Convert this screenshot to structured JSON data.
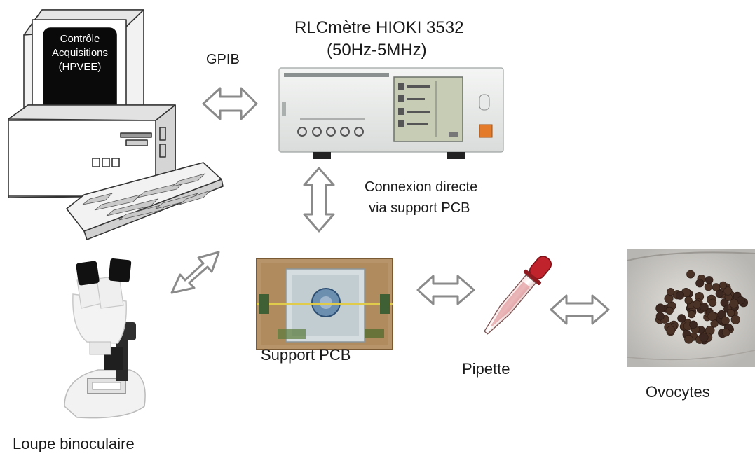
{
  "computer": {
    "screen_lines": [
      "Contrôle",
      "Acquisitions",
      "(HPVEE)"
    ]
  },
  "labels": {
    "meter_title_line1": "RLCmètre HIOKI 3532",
    "meter_title_line2": "(50Hz-5MHz)",
    "gpib": "GPIB",
    "connexion_line1": "Connexion directe",
    "connexion_line2": "via support PCB",
    "support_pcb": "Support PCB",
    "pipette": "Pipette",
    "ovocytes": "Ovocytes",
    "loupe": "Loupe binoculaire"
  },
  "colors": {
    "arrow_stroke": "#8a8a8a",
    "pcb_board": "#b8946a",
    "pipette_bulb": "#c0232c",
    "oocyte": "#4a3226"
  }
}
